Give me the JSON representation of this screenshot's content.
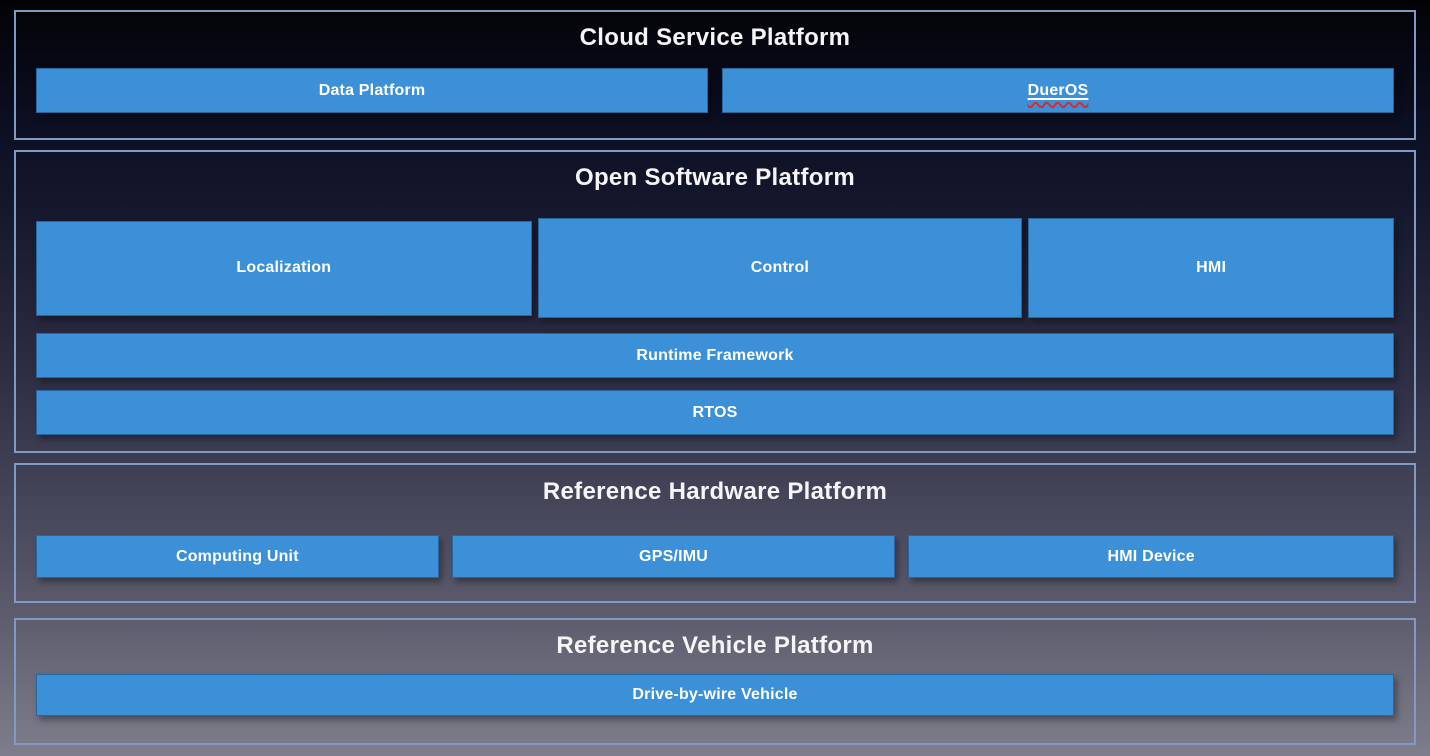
{
  "colors": {
    "box_blue": "#3b90d8",
    "section_border": "#8299c4",
    "spell_underline": "#d92b2b",
    "title_text": "#f5f5f7",
    "box_text": "#ffffff"
  },
  "cloud": {
    "title": "Cloud Service Platform",
    "boxes": [
      "Data Platform",
      "DuerOS"
    ]
  },
  "software": {
    "title": "Open Software Platform",
    "modules": [
      "Localization",
      "Control",
      "HMI"
    ],
    "layers": [
      "Runtime Framework",
      "RTOS"
    ]
  },
  "hardware": {
    "title": "Reference Hardware Platform",
    "devices": [
      "Computing Unit",
      "GPS/IMU",
      "HMI Device"
    ]
  },
  "vehicle": {
    "title": "Reference Vehicle Platform",
    "layers": [
      "Drive-by-wire Vehicle"
    ]
  }
}
